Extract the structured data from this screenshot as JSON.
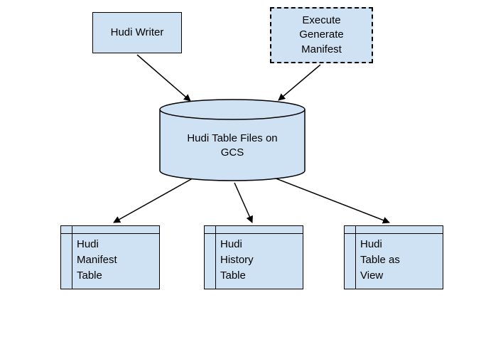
{
  "diagram": {
    "background_color": "#ffffff",
    "node_fill_color": "#cfe2f3",
    "border_color": "#000000",
    "nodes": {
      "writer": {
        "label": "Hudi Writer",
        "shape": "rectangle",
        "border": "solid"
      },
      "execute": {
        "label": "Execute\nGenerate\nManifest",
        "shape": "rectangle",
        "border": "dashed"
      },
      "gcs": {
        "label": "Hudi Table Files on\nGCS",
        "shape": "cylinder",
        "border": "solid"
      },
      "manifest_table": {
        "label": "Hudi\nManifest\nTable",
        "shape": "table",
        "border": "solid"
      },
      "history_table": {
        "label": "Hudi\nHistory\nTable",
        "shape": "table",
        "border": "solid"
      },
      "view_table": {
        "label": "Hudi\nTable as\nView",
        "shape": "table",
        "border": "solid"
      }
    },
    "edges": [
      {
        "from": "writer",
        "to": "gcs"
      },
      {
        "from": "execute",
        "to": "gcs"
      },
      {
        "from": "gcs",
        "to": "manifest_table"
      },
      {
        "from": "gcs",
        "to": "history_table"
      },
      {
        "from": "gcs",
        "to": "view_table"
      }
    ]
  }
}
